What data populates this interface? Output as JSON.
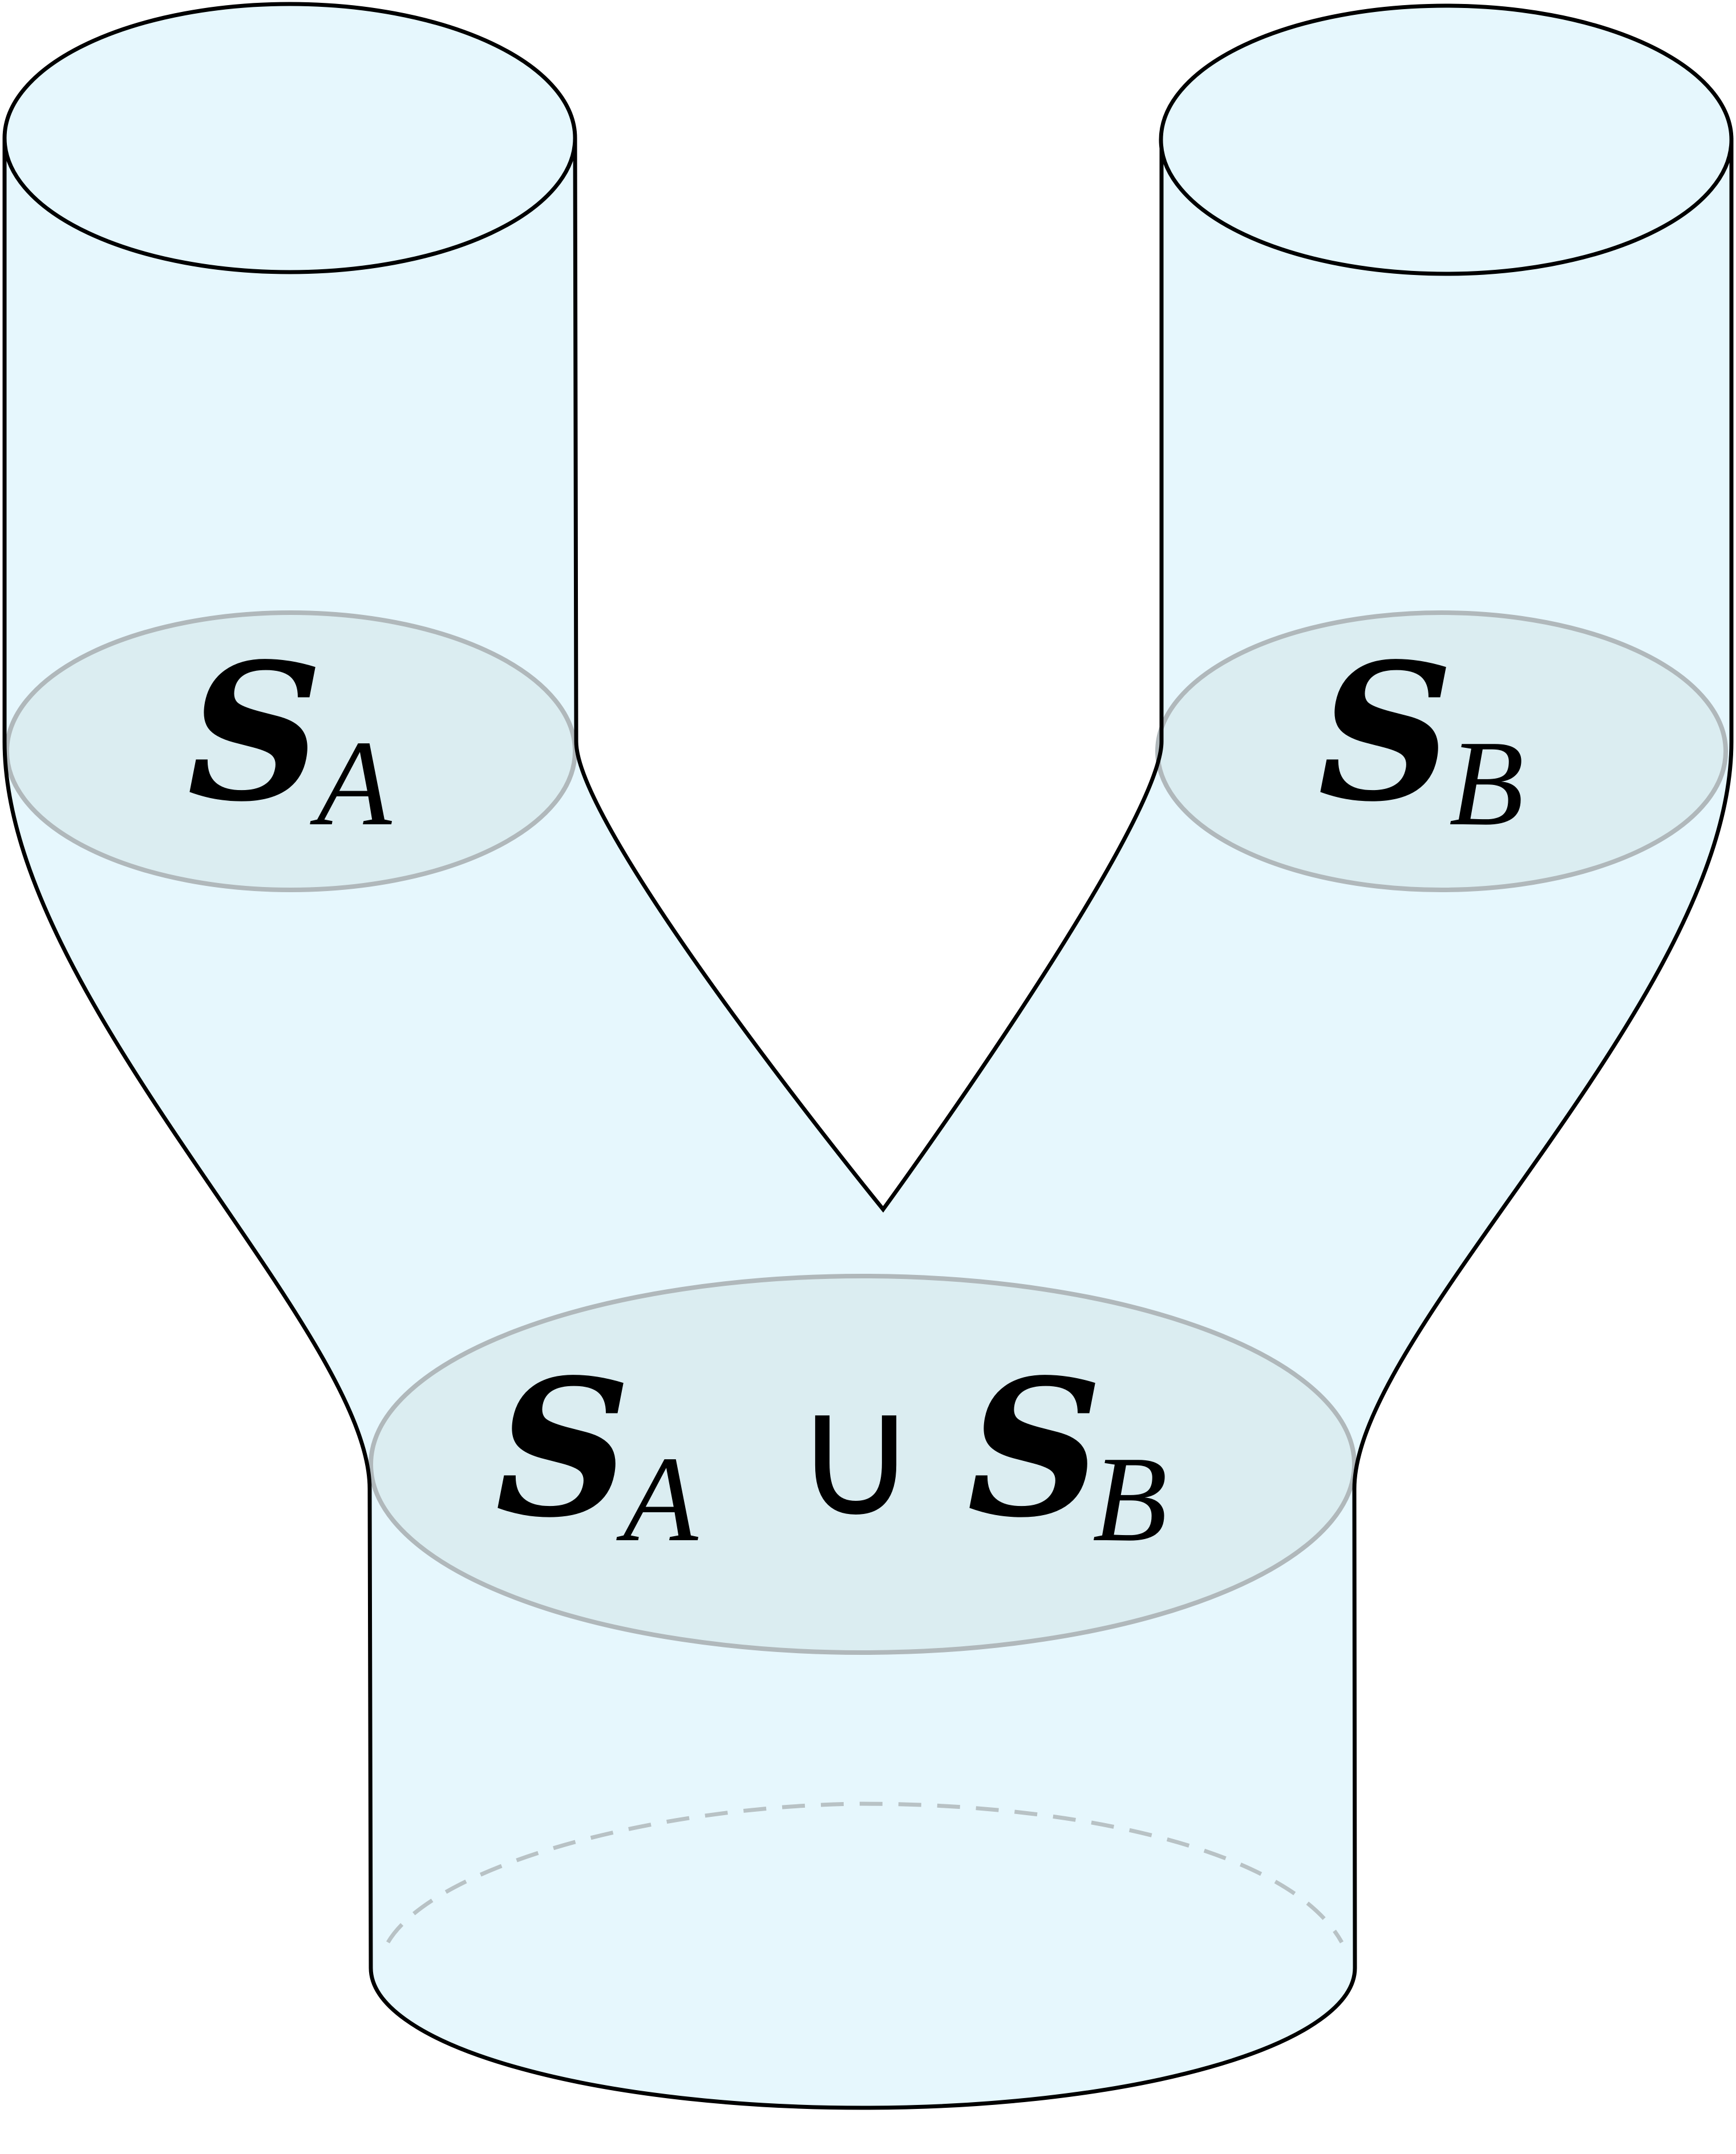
{
  "colors": {
    "tube_fill": "#e6f7fd",
    "slice_fill": "#dbedf1",
    "slice_stroke": "#b0b8bb",
    "outline": "#000000",
    "hidden_edge": "#b8c2c5"
  },
  "labels": {
    "left_slice": {
      "symbol": "S",
      "subscript": "A"
    },
    "right_slice": {
      "symbol": "S",
      "subscript": "B"
    },
    "union_slice": {
      "left_symbol": "S",
      "left_subscript": "A",
      "operator": "∪",
      "right_symbol": "S",
      "right_subscript": "B"
    }
  }
}
